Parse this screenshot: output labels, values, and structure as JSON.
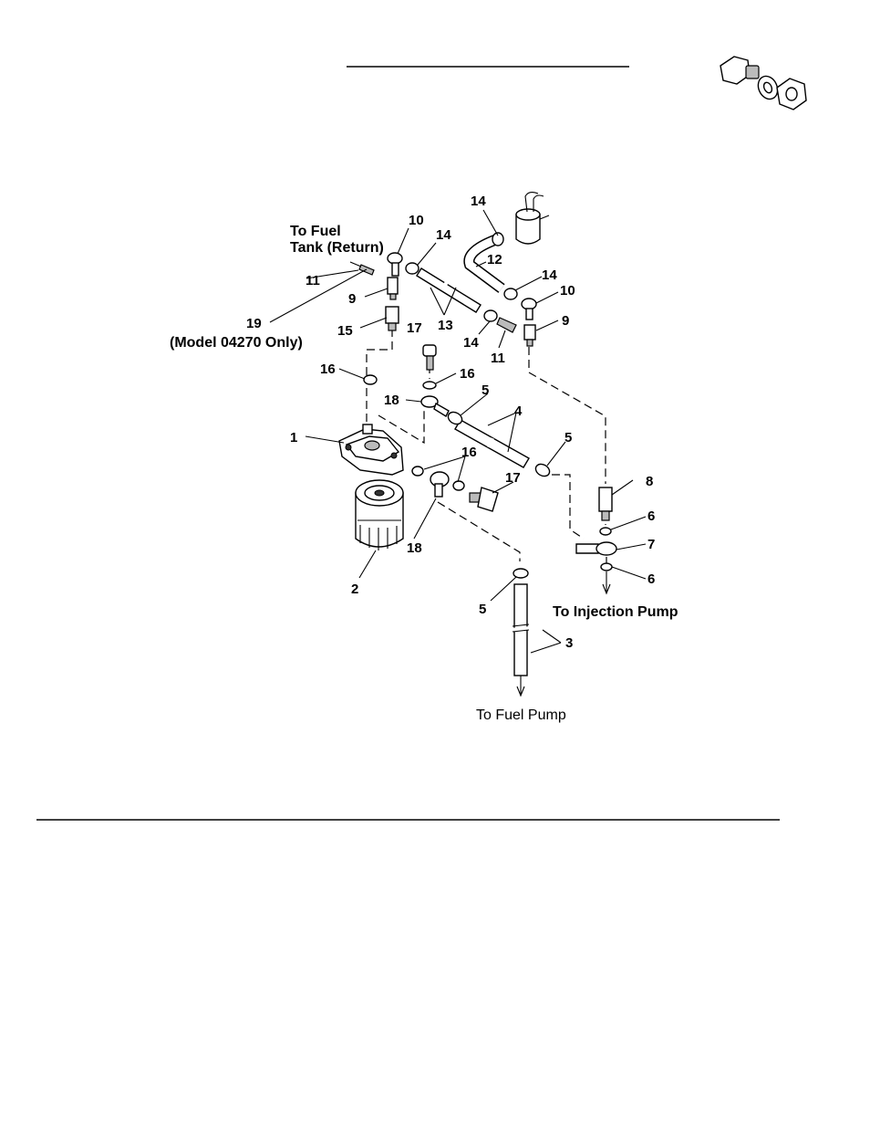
{
  "labels": {
    "to_fuel_tank_return": [
      "To Fuel",
      "Tank (Return)"
    ],
    "model_note": "(Model 04270 Only)",
    "to_injection_pump": "To Injection Pump",
    "to_fuel_pump": "To Fuel Pump"
  },
  "callouts": {
    "c1": "1",
    "c2": "2",
    "c3": "3",
    "c4": "4",
    "c5a": "5",
    "c5b": "5",
    "c5c": "5",
    "c6a": "6",
    "c6b": "6",
    "c7": "7",
    "c8": "8",
    "c9a": "9",
    "c9b": "9",
    "c10a": "10",
    "c10b": "10",
    "c11a": "11",
    "c11b": "11",
    "c12": "12",
    "c13": "13",
    "c14a": "14",
    "c14b": "14",
    "c14c": "14",
    "c14d": "14",
    "c15": "15",
    "c16a": "16",
    "c16b": "16",
    "c16c": "16",
    "c17a": "17",
    "c17b": "17",
    "c18a": "18",
    "c18b": "18",
    "c19": "19"
  },
  "icons": {
    "hardware": "bolt-washer-nut-icon"
  }
}
